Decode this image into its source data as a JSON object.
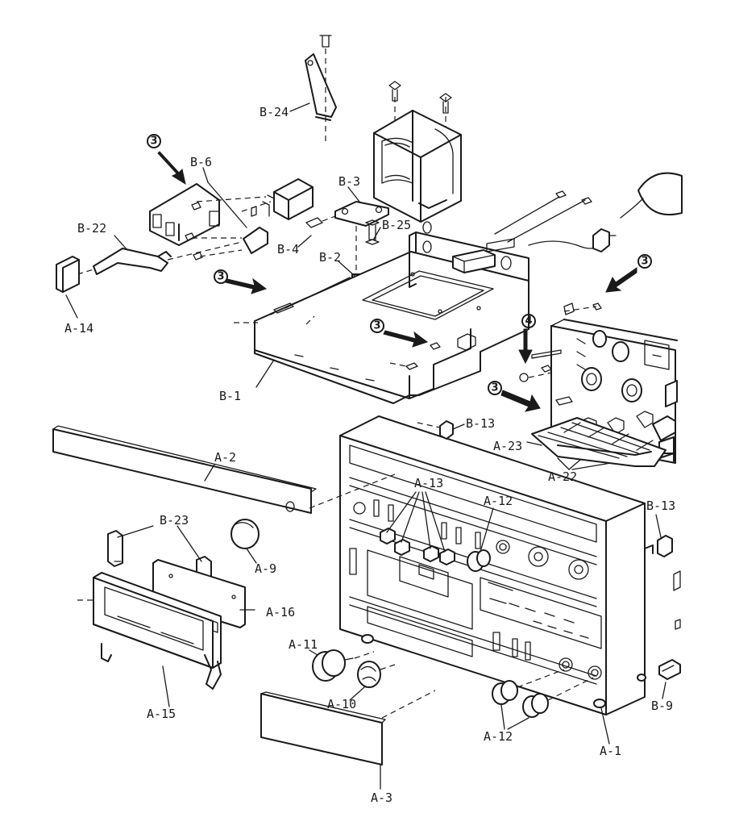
{
  "labels": {
    "b24": "B-24",
    "b6": "B-6",
    "b3": "B-3",
    "b22": "B-22",
    "b25": "B-25",
    "b4": "B-4",
    "b2": "B-2",
    "a14": "A-14",
    "b1": "B-1",
    "b13_top": "B-13",
    "a2": "A-2",
    "a13": "A-13",
    "a12_top": "A-12",
    "a23": "A-23",
    "a22": "A-22",
    "b13_right": "B-13",
    "b23": "B-23",
    "a9": "A-9",
    "a16": "A-16",
    "a11": "A-11",
    "a10": "A-10",
    "a15": "A-15",
    "a12_bottom": "A-12",
    "a1": "A-1",
    "b9": "B-9",
    "a3": "A-3"
  },
  "callouts": {
    "c1": "3",
    "c2": "3",
    "c3": "3",
    "c4": "3",
    "c5": "4",
    "c6": "3"
  }
}
